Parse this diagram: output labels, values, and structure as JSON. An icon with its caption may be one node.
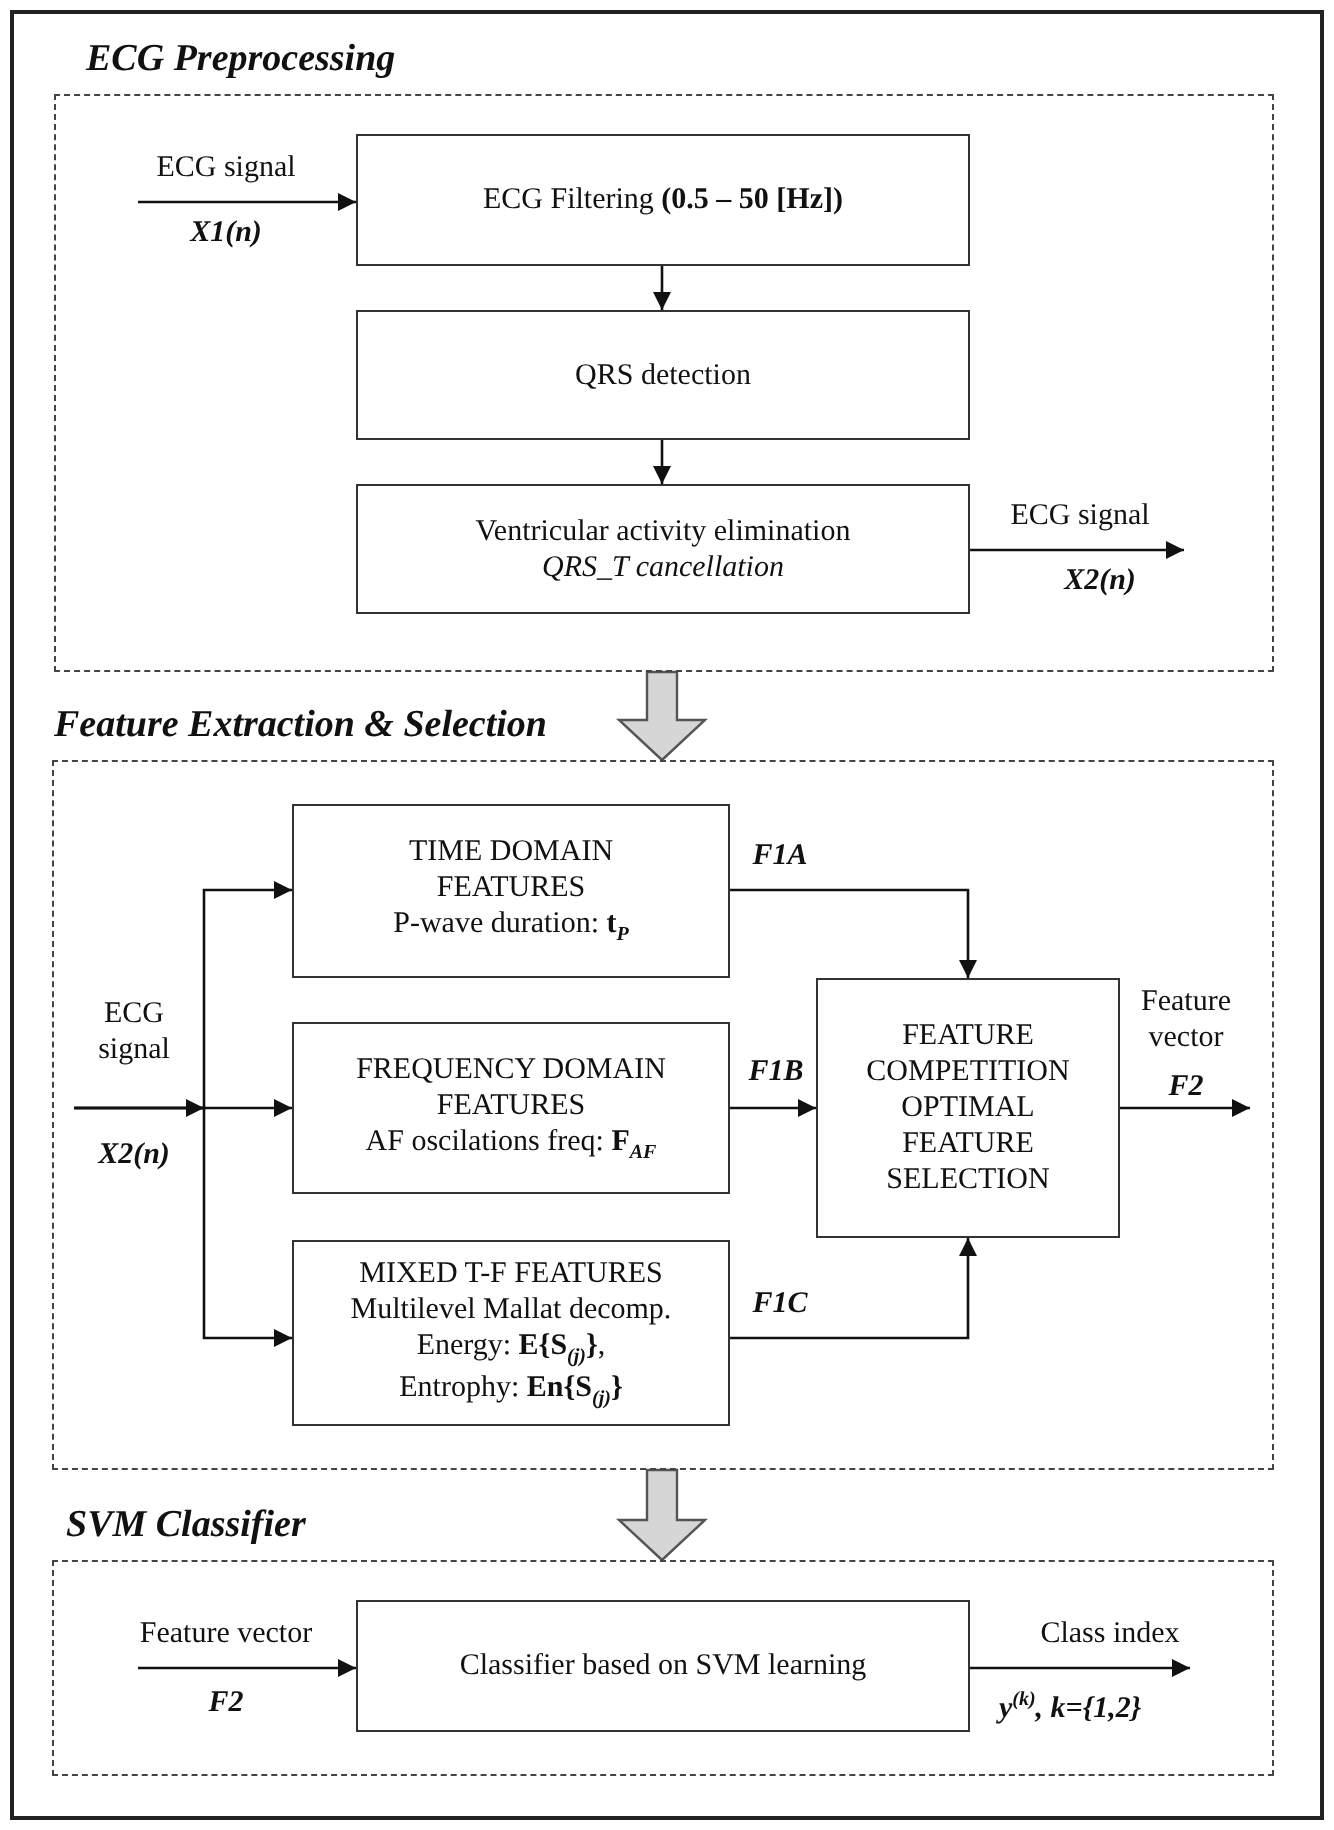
{
  "diagram": {
    "nodes": [
      {
        "text": [
          "ECG Preprocessing"
        ]
      },
      {
        "text": [
          "ECG Filtering **(0.5 – 50 [Hz])**"
        ],
        "in": 0
      },
      {
        "text": [
          "QRS detection"
        ],
        "in": 0
      },
      {
        "text": [
          "Ventricular activity elimination",
          "QRS_T cancellation"
        ],
        "in": 0
      },
      {
        "text": [
          "Feature Extraction & Selection"
        ]
      },
      {
        "text": [
          "TIME DOMAIN FEATURES",
          "P-wave duration: **t**$_{P}$"
        ],
        "in": 4
      },
      {
        "text": [
          "FREQUENCY DOMAIN FEATURES",
          "AF oscilations freq: **F**$_{AF}$"
        ],
        "in": 4
      },
      {
        "text": [
          "MIXED T-F FEATURES",
          "Multilevel Mallat decomp.",
          "Energy: **E{S**$_{(j)}$**}**,",
          "Entrophy: **En{S**$_{(j)}$**}**"
        ],
        "in": 4
      },
      {
        "text": [
          "FEATURE COMPETITION OPTIMAL FEATURE SELECTION"
        ],
        "in": 4
      },
      {
        "text": [
          "SVM Classifier"
        ]
      },
      {
        "text": [
          "Classifier based on SVM learning"
        ],
        "in": 9
      }
    ],
    "edges": [
      {
        "from": null,
        "to": 1,
        "arrow": "to",
        "label": "ECG signal"
      },
      {
        "from": 1,
        "to": 2,
        "arrow": "to"
      },
      {
        "from": 2,
        "to": 3,
        "arrow": "to"
      },
      {
        "from": 3,
        "to": null,
        "arrow": "to",
        "label": "ECG signal"
      },
      {
        "from": 0,
        "to": 4,
        "arrow": "to",
        "style": "thick"
      },
      {
        "from": null,
        "to": 5,
        "arrow": "to"
      },
      {
        "from": null,
        "to": 6,
        "arrow": "to",
        "label": "ECG signal"
      },
      {
        "from": null,
        "to": 7,
        "arrow": "to"
      },
      {
        "from": 5,
        "to": 8,
        "arrow": "to",
        "label": "F1A"
      },
      {
        "from": 6,
        "to": 8,
        "arrow": "to",
        "label": "F1B"
      },
      {
        "from": 7,
        "to": 8,
        "arrow": "to",
        "label": "F1C"
      },
      {
        "from": 8,
        "to": null,
        "arrow": "to",
        "label": "Feature vector"
      },
      {
        "from": 4,
        "to": 9,
        "arrow": "to",
        "style": "thick"
      },
      {
        "from": null,
        "to": 10,
        "arrow": "to",
        "label": "Feature vector"
      },
      {
        "from": 10,
        "to": null,
        "arrow": "to",
        "label": "Class index"
      }
    ],
    "labels": [
      "X1(n)",
      "X2(n)",
      "X2(n)",
      "F2",
      "F2",
      "y$^{(k)}$, k={1,2}"
    ]
  }
}
